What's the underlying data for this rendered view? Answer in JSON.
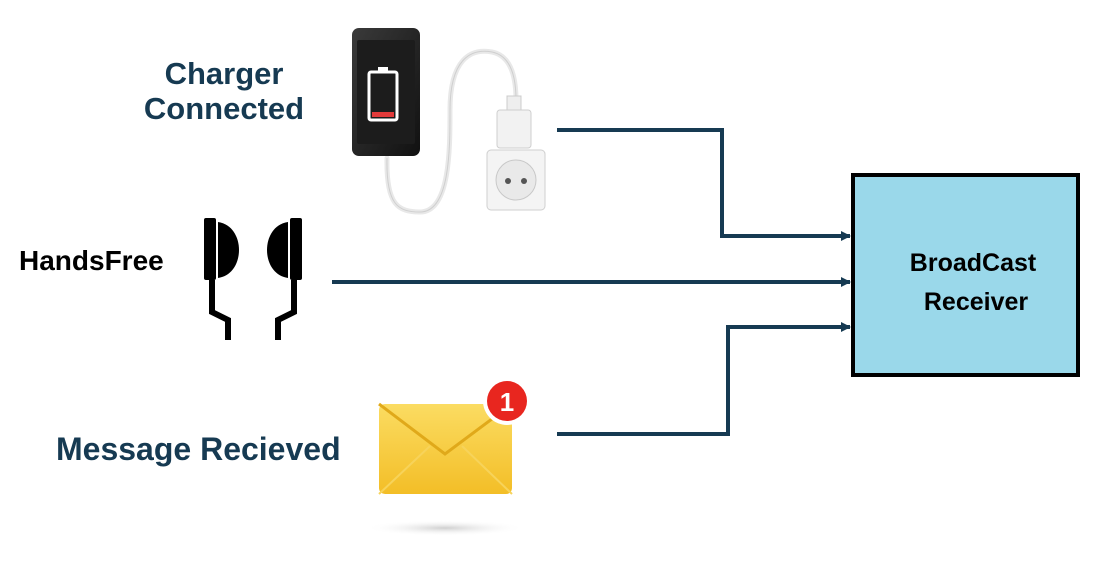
{
  "labels": {
    "charger": [
      "Charger",
      "Connected"
    ],
    "handsfree": "HandsFree",
    "message": "Message Recieved",
    "receiver": [
      "BroadCast",
      "Receiver"
    ]
  },
  "badge_count": "1",
  "colors": {
    "label_dark": "#163a52",
    "connector": "#163a52",
    "receiver_fill": "#9ad8ea",
    "receiver_border": "#000000",
    "envelope": "#f6c93a",
    "badge": "#e8261f"
  },
  "icons": [
    "phone-charging-icon",
    "earphones-icon",
    "envelope-icon"
  ]
}
